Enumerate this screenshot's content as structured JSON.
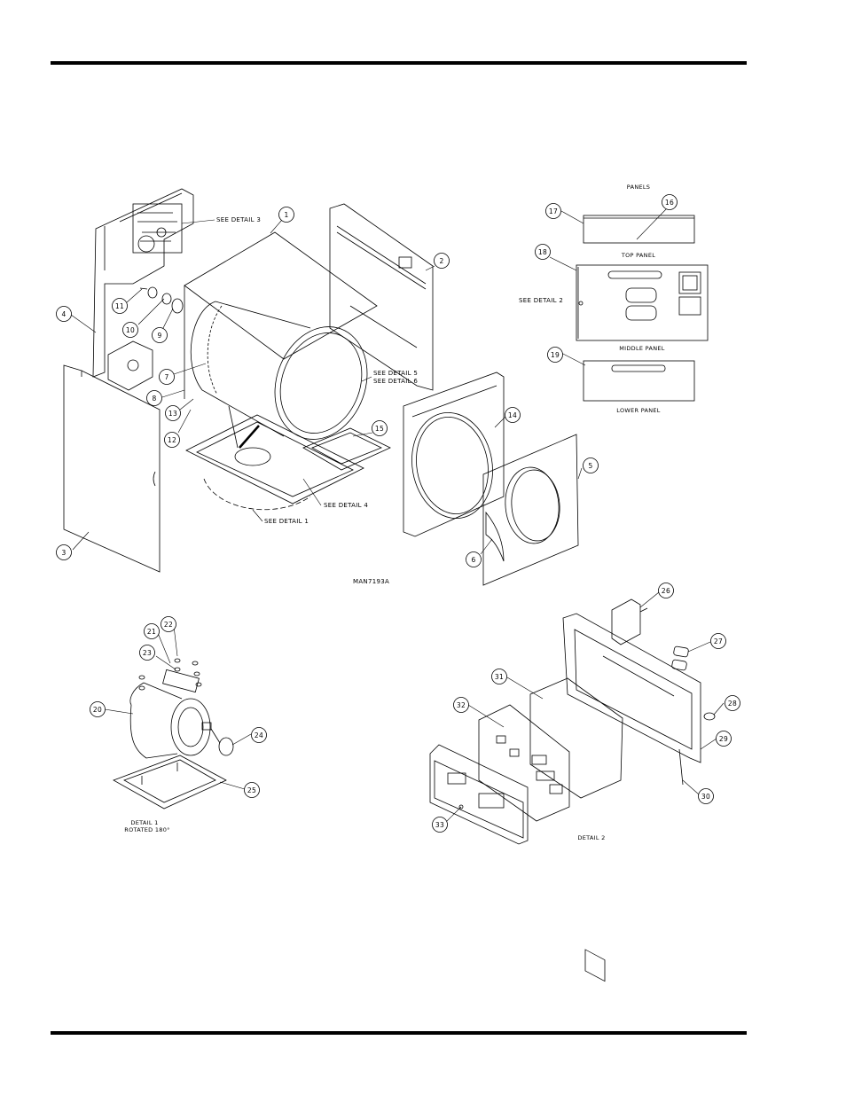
{
  "callouts": [
    "1",
    "2",
    "3",
    "4",
    "5",
    "6",
    "7",
    "8",
    "9",
    "10",
    "11",
    "12",
    "13",
    "14",
    "15",
    "16",
    "17",
    "18",
    "19",
    "20",
    "21",
    "22",
    "23",
    "24",
    "25",
    "26",
    "27",
    "28",
    "29",
    "30",
    "31",
    "32",
    "33"
  ],
  "labels": {
    "see_detail_3": "SEE DETAIL 3",
    "see_detail_5": "SEE DETAIL 5",
    "see_detail_6": "SEE DETAIL 6",
    "see_detail_4": "SEE DETAIL 4",
    "see_detail_1": "SEE DETAIL 1",
    "see_detail_2": "SEE DETAIL 2",
    "drawing_number": "MAN7193A",
    "panels_title": "PANELS",
    "top_panel": "TOP PANEL",
    "middle_panel": "MIDDLE PANEL",
    "lower_panel": "LOWER PANEL",
    "detail_1_line1": "DETAIL 1",
    "detail_1_line2": "ROTATED 180°",
    "detail_2": "DETAIL 2"
  }
}
